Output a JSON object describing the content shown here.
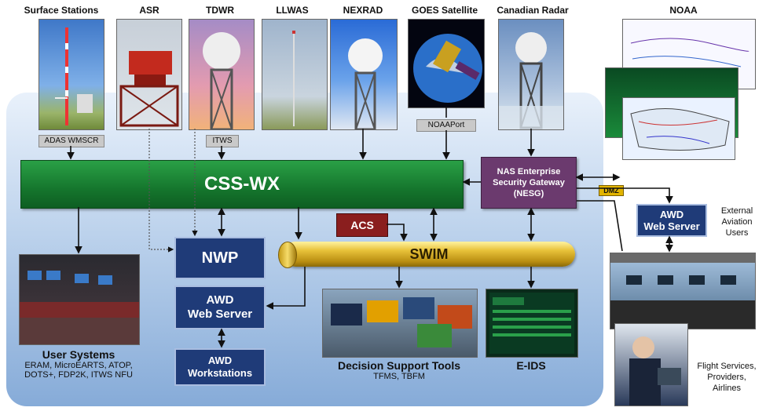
{
  "sources": {
    "surface": "Surface Stations",
    "asr": "ASR",
    "tdwr": "TDWR",
    "llwas": "LLWAS",
    "nexrad": "NEXRAD",
    "goes": "GOES Satellite",
    "canadian": "Canadian Radar",
    "noaa": "NOAA"
  },
  "tags": {
    "adas": "ADAS WMSCR",
    "itws": "ITWS",
    "noaaport": "NOAAPort",
    "dmz": "DMZ"
  },
  "core": {
    "csswx": "CSS-WX",
    "acs": "ACS",
    "swim": "SWIM"
  },
  "nesg": {
    "line1": "NAS Enterprise",
    "line2": "Security Gateway",
    "line3": "(NESG)"
  },
  "nwp": "NWP",
  "awd_server": {
    "line1": "AWD",
    "line2": "Web Server"
  },
  "awd_ws": {
    "line1": "AWD",
    "line2": "Workstations"
  },
  "awd_external": {
    "line1": "AWD",
    "line2": "Web Server"
  },
  "external_users": {
    "line1": "External",
    "line2": "Aviation",
    "line3": "Users"
  },
  "user_systems": {
    "title": "User Systems",
    "line1": "ERAM, MicroEARTS, ATOP,",
    "line2": "DOTS+, FDP2K, ITWS NFU"
  },
  "dst": {
    "title": "Decision Support Tools",
    "sub": "TFMS, TBFM"
  },
  "eids": "E-IDS",
  "flight_services": {
    "line1": "Flight Services,",
    "line2": "Providers,",
    "line3": "Airlines"
  },
  "colors": {
    "csswx": "#15762d",
    "nesg": "#6b3a6e",
    "navy": "#1f3b78",
    "acs": "#8a1e1e",
    "swim": "#e8c23a",
    "dmz": "#e2b400"
  }
}
